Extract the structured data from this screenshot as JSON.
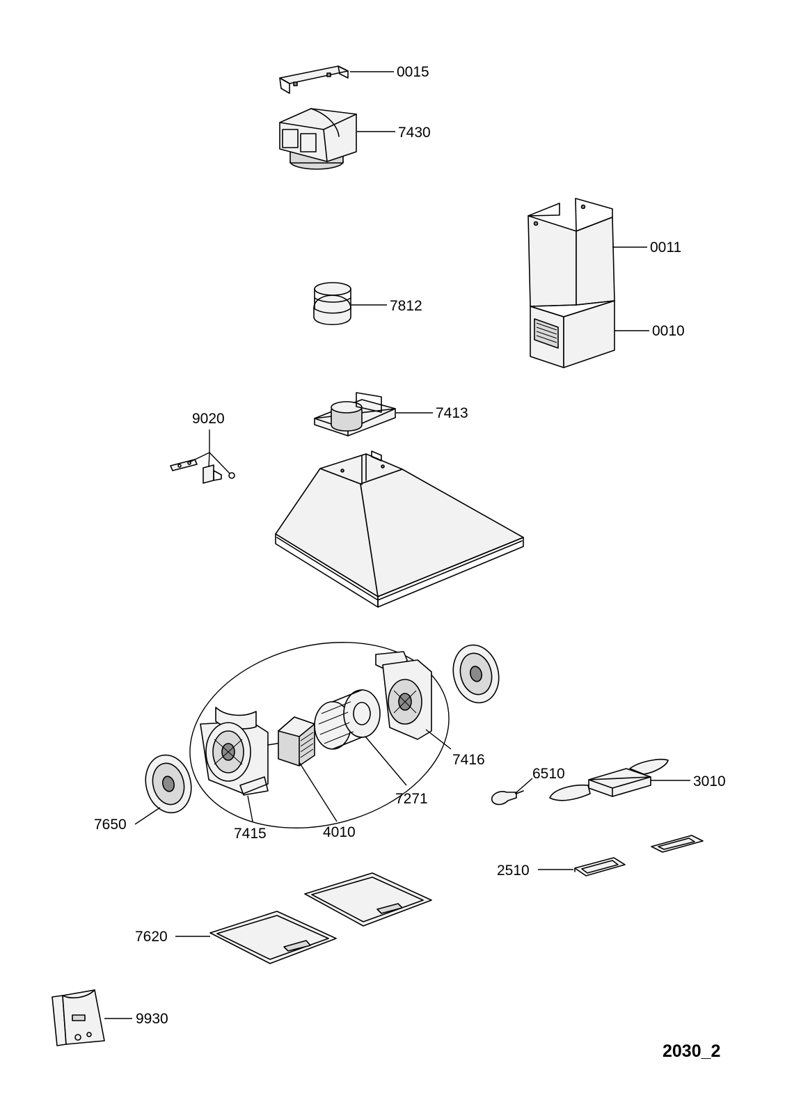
{
  "sheet_id": "2030_2",
  "callouts": {
    "c0015": "0015",
    "c7430": "7430",
    "c0011": "0011",
    "c0010": "0010",
    "c7812": "7812",
    "c7413": "7413",
    "c9020": "9020",
    "c7416": "7416",
    "c6510": "6510",
    "c3010": "3010",
    "c7271": "7271",
    "c7650": "7650",
    "c7415": "7415",
    "c4010": "4010",
    "c2510": "2510",
    "c7620": "7620",
    "c9930": "9930"
  }
}
